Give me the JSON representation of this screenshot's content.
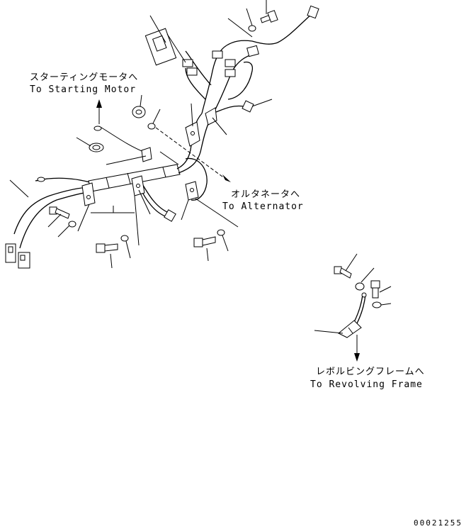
{
  "labels": {
    "starting_motor_jp": "スターティングモータへ",
    "starting_motor_en": "To Starting Motor",
    "alternator_jp": "オルタネータへ",
    "alternator_en": "To Alternator",
    "revolving_frame_jp": "レボルビングフレームへ",
    "revolving_frame_en": "To Revolving Frame"
  },
  "drawing_code": "00021255"
}
